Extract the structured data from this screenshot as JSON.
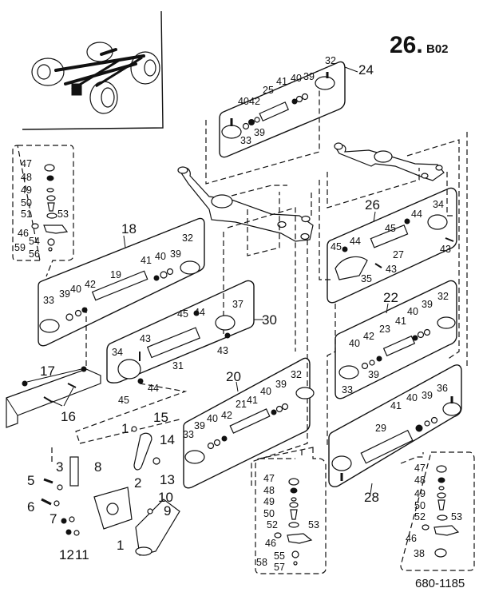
{
  "header": {
    "group_number": "26.",
    "group_suffix": "B02",
    "figure_reference": "680-1185"
  },
  "inset": {
    "description": "vehicle chassis overview with steering linkage highlighted"
  },
  "assemblies": {
    "a24": {
      "number": "24",
      "parts": {
        "outer_end": "32",
        "inner_end": "33",
        "tube": "25",
        "clamp_41": "41",
        "ring_40a": "40",
        "ring_39a": "39",
        "ring_40b": "40",
        "nut_42": "42",
        "ring_39b": "39"
      }
    },
    "a18": {
      "number": "18",
      "parts": {
        "outer_end": "32",
        "inner_end": "33",
        "tube": "19",
        "clamp_41": "41",
        "ring_40a": "40",
        "ring_39a": "39",
        "ring_39b": "39",
        "ring_40b": "40",
        "nut_42": "42"
      }
    },
    "a30": {
      "number": "30",
      "parts": {
        "end_37": "37",
        "end_34": "34",
        "tube": "31",
        "pin_45a": "45",
        "nut_44a": "44",
        "bolt_43a": "43",
        "bolt_43b": "43",
        "nut_44b": "44",
        "pin_45b": "45"
      }
    },
    "a20": {
      "number": "20",
      "parts": {
        "outer_end": "32",
        "inner_end": "33",
        "tube": "21",
        "clamp_41": "41",
        "ring_40a": "40",
        "ring_39a": "39",
        "ring_39b": "39",
        "ring_40b": "40",
        "nut_42": "42"
      }
    },
    "a26": {
      "number": "26",
      "parts": {
        "end_34": "34",
        "tube": "27",
        "arm_35": "35",
        "pin_45a": "45",
        "nut_44a": "44",
        "pin_45b": "45",
        "nut_44b": "44",
        "bolt_43a": "43",
        "bolt_43b": "43"
      }
    },
    "a22": {
      "number": "22",
      "parts": {
        "outer_end": "32",
        "inner_end": "33",
        "tube": "23",
        "clamp_41": "41",
        "ring_40a": "40",
        "ring_39a": "39",
        "ring_40b": "40",
        "nut_42": "42",
        "ring_39b": "39"
      }
    },
    "a28": {
      "number": "28",
      "parts": {
        "outer_end": "36",
        "tube": "29",
        "clamp_41": "41",
        "ring_40": "40",
        "ring_39": "39"
      }
    }
  },
  "kits": {
    "kit_left": {
      "items": [
        "47",
        "48",
        "49",
        "50",
        "51",
        "53",
        "46",
        "54",
        "59",
        "56"
      ]
    },
    "kit_mid": {
      "items": [
        "47",
        "48",
        "49",
        "50",
        "52",
        "53",
        "46",
        "55",
        "58",
        "57"
      ]
    },
    "kit_right": {
      "items": [
        "47",
        "48",
        "49",
        "50",
        "52",
        "53",
        "46",
        "38"
      ]
    }
  },
  "loose_parts": {
    "p17": "17",
    "p16": "16",
    "p15": "15",
    "p14": "14",
    "p1a": "1",
    "p13": "13",
    "p3": "3",
    "p8": "8",
    "p5": "5",
    "p2": "2",
    "p6": "6",
    "p7": "7",
    "p10": "10",
    "p9": "9",
    "p12": "12",
    "p11": "11",
    "p1": "1"
  }
}
